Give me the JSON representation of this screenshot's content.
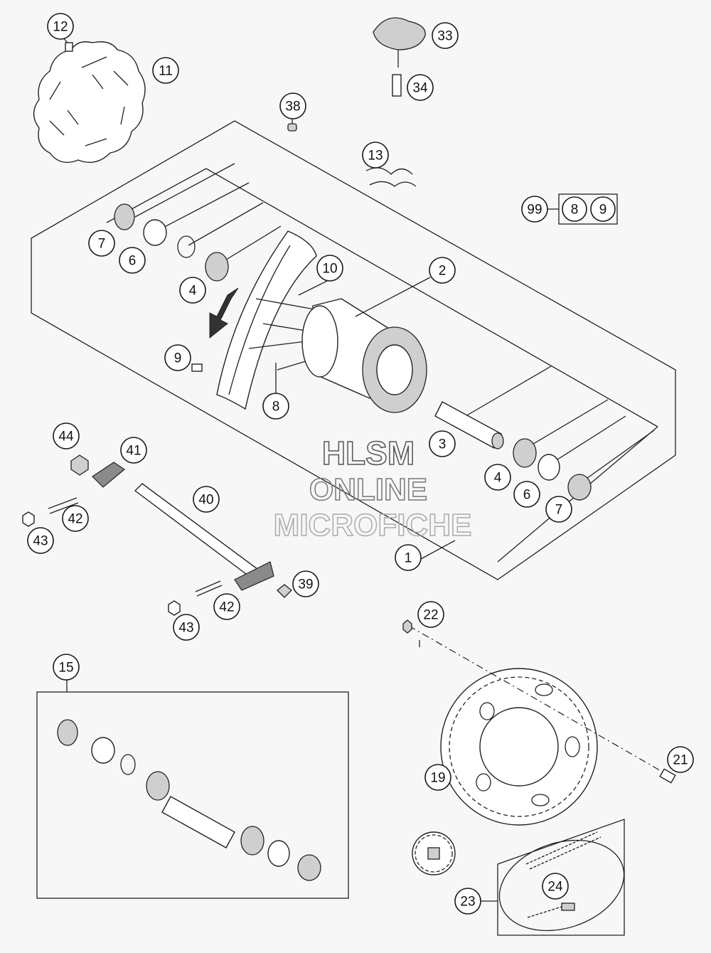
{
  "watermark": {
    "line1": "HLSM",
    "line2": "ONLINE",
    "line3": "MICROFICHE"
  },
  "callouts": [
    {
      "id": "c12",
      "label": "12"
    },
    {
      "id": "c11",
      "label": "11"
    },
    {
      "id": "c33",
      "label": "33"
    },
    {
      "id": "c34",
      "label": "34"
    },
    {
      "id": "c38",
      "label": "38"
    },
    {
      "id": "c13",
      "label": "13"
    },
    {
      "id": "c99",
      "label": "99"
    },
    {
      "id": "c8kit",
      "label": "8"
    },
    {
      "id": "c9kit",
      "label": "9"
    },
    {
      "id": "c7a",
      "label": "7"
    },
    {
      "id": "c6a",
      "label": "6"
    },
    {
      "id": "c4a",
      "label": "4"
    },
    {
      "id": "c10",
      "label": "10"
    },
    {
      "id": "c2",
      "label": "2"
    },
    {
      "id": "c9",
      "label": "9"
    },
    {
      "id": "c8",
      "label": "8"
    },
    {
      "id": "c3",
      "label": "3"
    },
    {
      "id": "c4b",
      "label": "4"
    },
    {
      "id": "c6b",
      "label": "6"
    },
    {
      "id": "c7b",
      "label": "7"
    },
    {
      "id": "c44",
      "label": "44"
    },
    {
      "id": "c41",
      "label": "41"
    },
    {
      "id": "c42a",
      "label": "42"
    },
    {
      "id": "c43a",
      "label": "43"
    },
    {
      "id": "c40",
      "label": "40"
    },
    {
      "id": "c1",
      "label": "1"
    },
    {
      "id": "c39",
      "label": "39"
    },
    {
      "id": "c42b",
      "label": "42"
    },
    {
      "id": "c43b",
      "label": "43"
    },
    {
      "id": "c22",
      "label": "22"
    },
    {
      "id": "c15",
      "label": "15"
    },
    {
      "id": "c21",
      "label": "21"
    },
    {
      "id": "c19",
      "label": "19"
    },
    {
      "id": "c24",
      "label": "24"
    },
    {
      "id": "c23",
      "label": "23"
    }
  ]
}
